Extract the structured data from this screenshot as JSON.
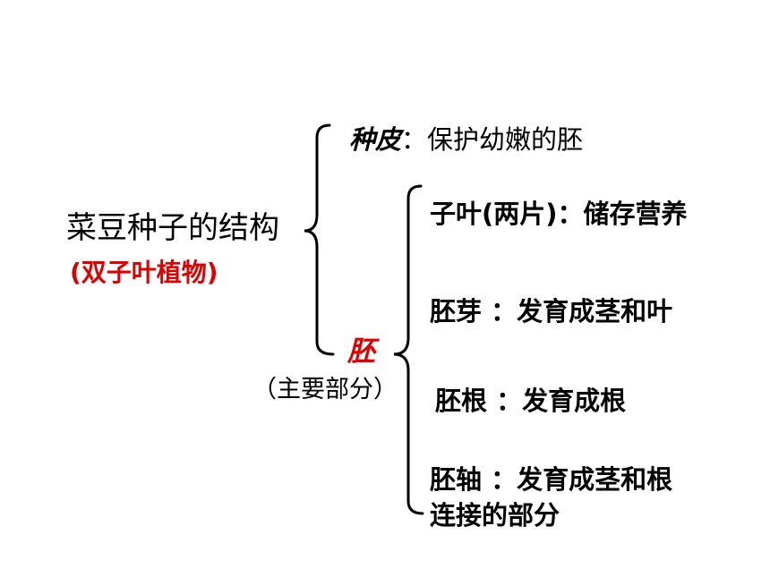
{
  "root": {
    "title": "菜豆种子的结构",
    "subtitle": "(双子叶植物)"
  },
  "seed_coat": {
    "term": "种皮",
    "separator": "：",
    "description": "保护幼嫩的胚"
  },
  "embryo": {
    "term": "胚",
    "note": "（主要部分）"
  },
  "embryo_parts": {
    "cotyledon": "子叶(两片)：储存营养",
    "plumule": "胚芽 ：发育成茎和叶",
    "radicle": "胚根  ：发育成根",
    "hypocotyl_line1": "胚轴 ：发育成茎和根",
    "hypocotyl_line2": "连接的部分"
  },
  "colors": {
    "text": "#000000",
    "highlight": "#e00000",
    "background": "#ffffff"
  }
}
